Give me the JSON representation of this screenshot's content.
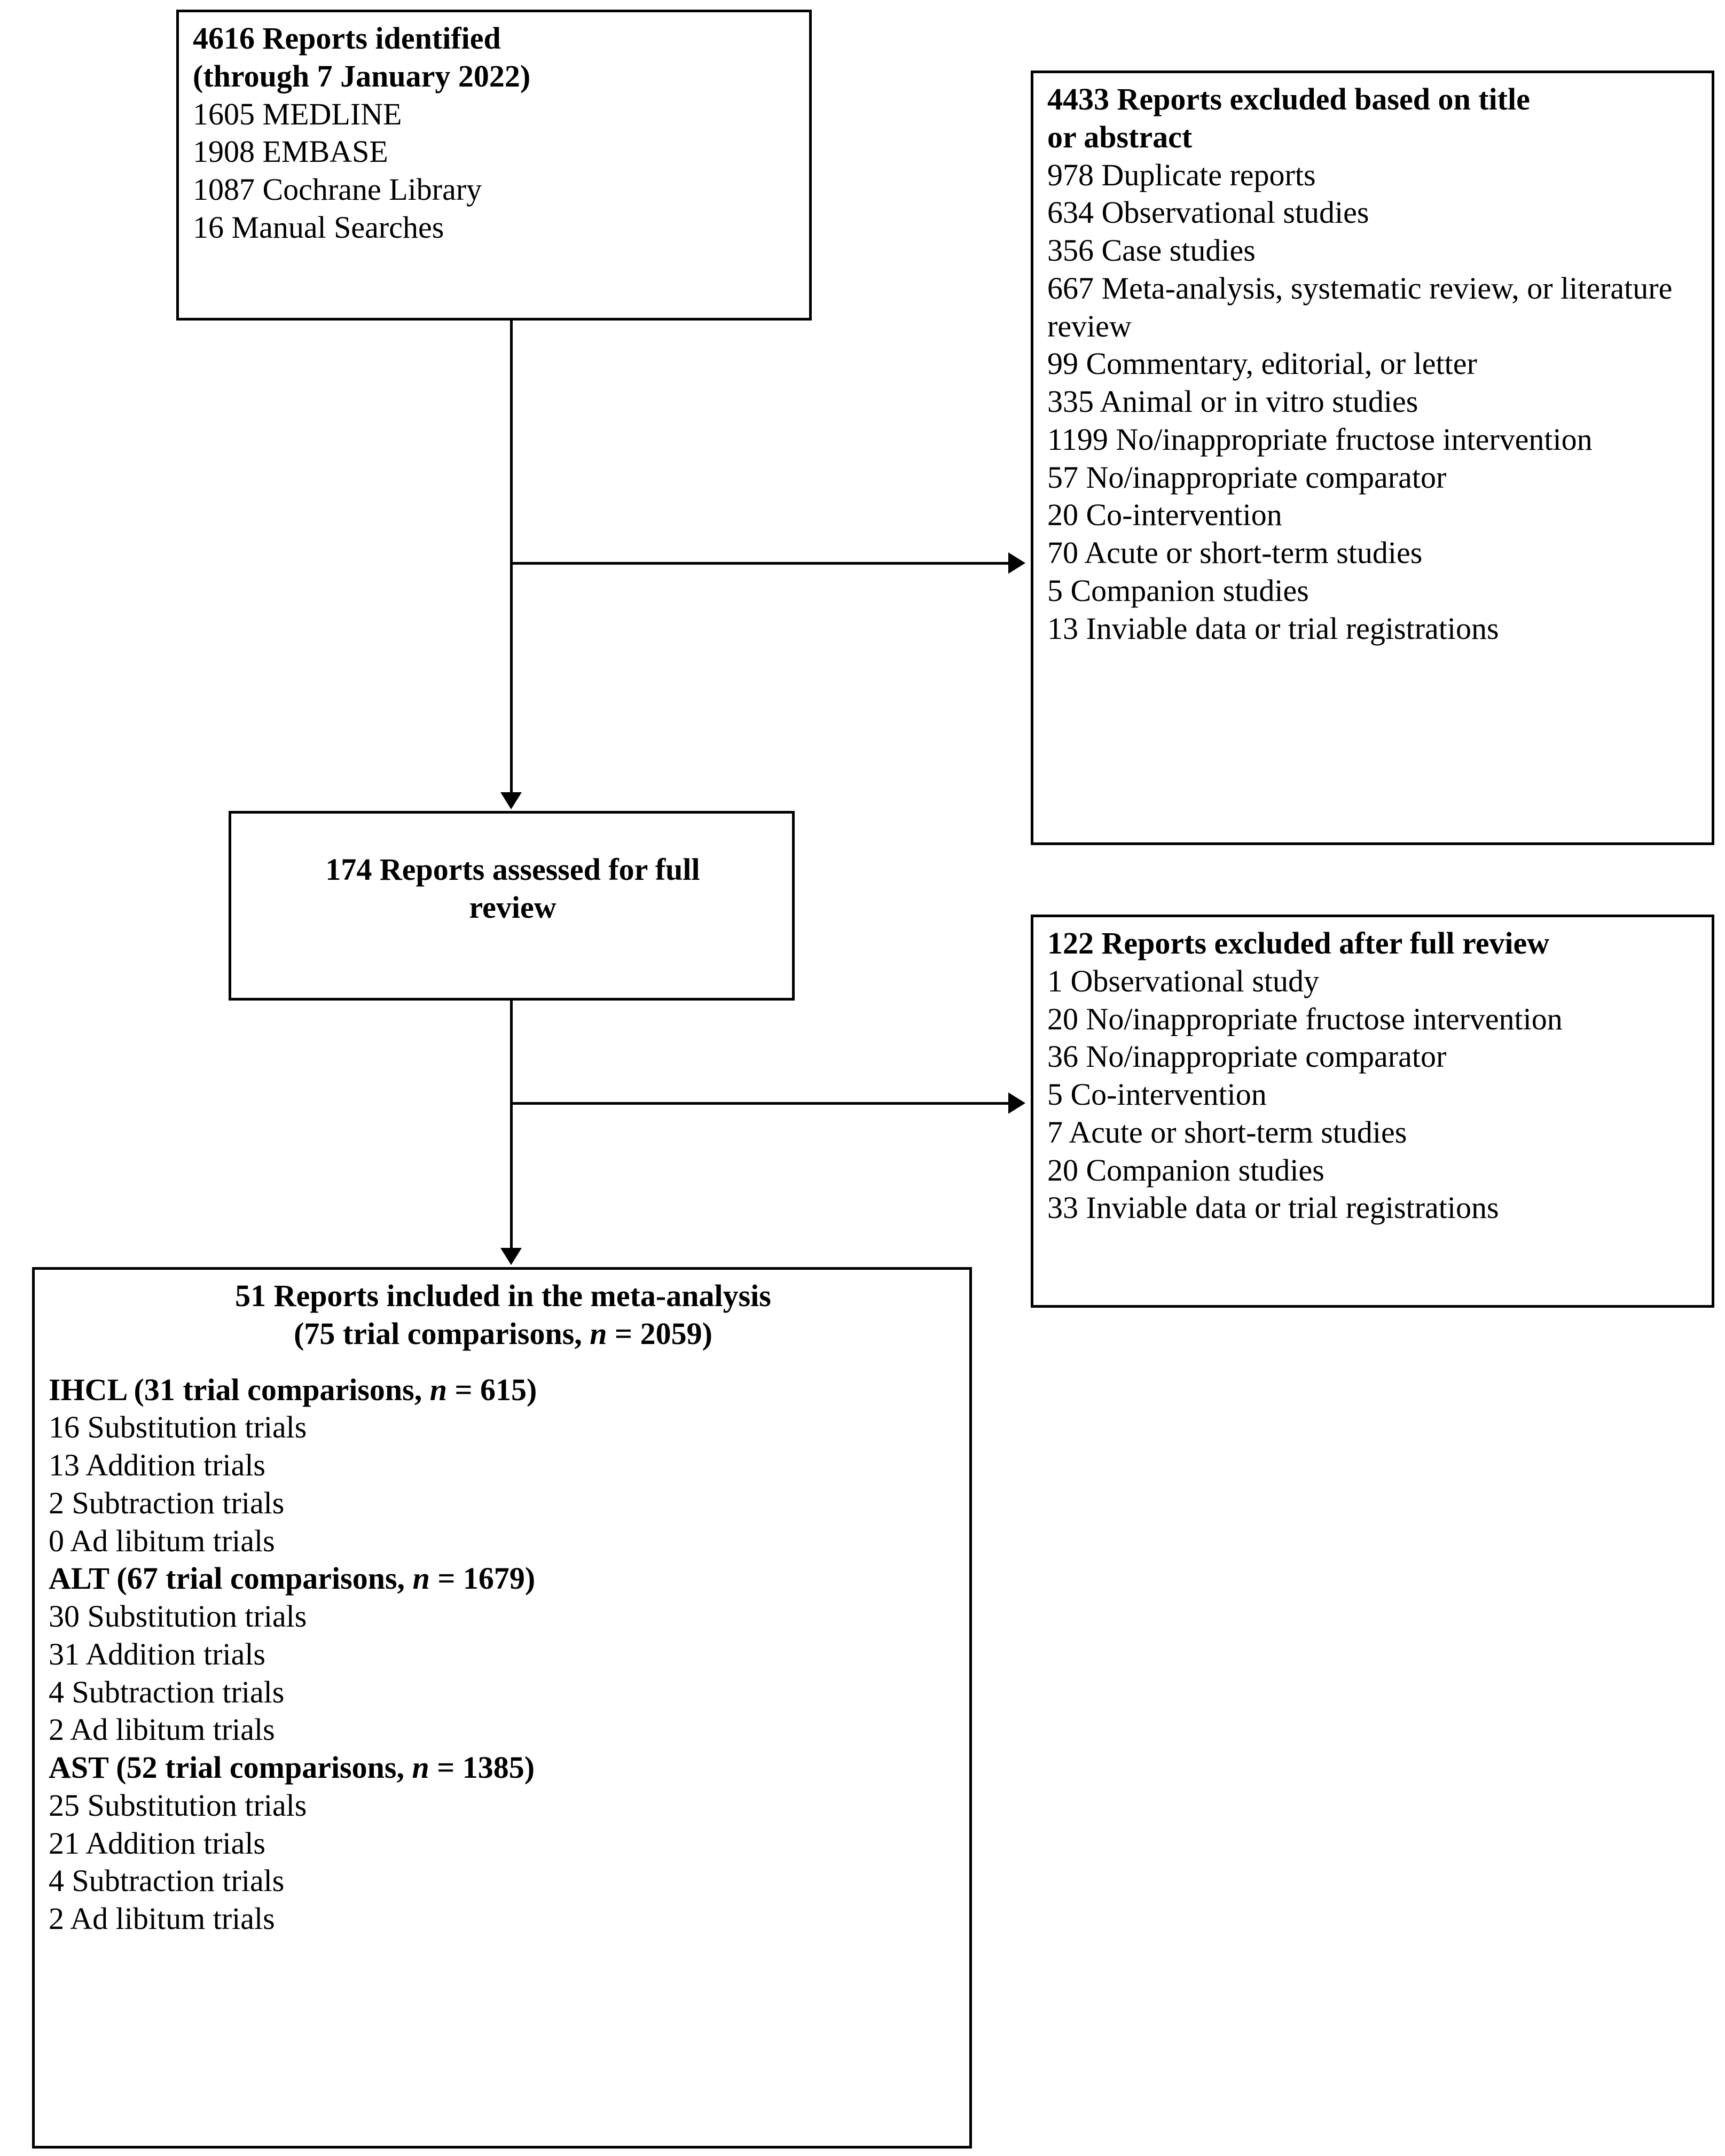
{
  "diagram": {
    "type": "prisma-flow-diagram",
    "boxes": {
      "identified": {
        "title_line1": "4616 Reports identified",
        "title_line2": "(through 7 January 2022)",
        "items": [
          "1605 MEDLINE",
          "1908 EMBASE",
          "1087 Cochrane Library",
          "16 Manual Searches"
        ]
      },
      "excluded_title_abstract": {
        "title_line1": "4433 Reports excluded based on title",
        "title_line2": "or abstract",
        "items": [
          "978 Duplicate reports",
          "634 Observational studies",
          "356 Case studies",
          "667 Meta-analysis, systematic review, or literature review",
          "99 Commentary, editorial, or letter",
          "335 Animal or in vitro studies",
          "1199 No/inappropriate fructose intervention",
          "57 No/inappropriate comparator",
          "20 Co-intervention",
          "70 Acute or short-term studies",
          "5 Companion studies",
          "13 Inviable data or trial registrations"
        ]
      },
      "assessed": {
        "title_line1": "174 Reports assessed for full",
        "title_line2": "review"
      },
      "excluded_full_review": {
        "title": "122 Reports excluded after full review",
        "items": [
          "1 Observational study",
          "20 No/inappropriate fructose intervention",
          "36 No/inappropriate comparator",
          "5 Co-intervention",
          "7 Acute or short-term studies",
          "20 Companion studies",
          "33 Inviable data or trial registrations"
        ]
      },
      "included": {
        "title_line1": "51 Reports included in the meta-analysis",
        "title_line2_pre": "(75 trial comparisons, ",
        "title_line2_italic": "n",
        "title_line2_post": " = 2059)",
        "groups": [
          {
            "head_pre": "IHCL (31 trial comparisons, ",
            "head_italic": "n",
            "head_post": " = 615)",
            "items": [
              "16 Substitution trials",
              "13 Addition trials",
              "2 Subtraction trials",
              "0 Ad libitum trials"
            ]
          },
          {
            "head_pre": "ALT (67 trial comparisons, ",
            "head_italic": "n",
            "head_post": " = 1679)",
            "items": [
              "30 Substitution trials",
              "31 Addition trials",
              "4 Subtraction trials",
              "2 Ad libitum trials"
            ]
          },
          {
            "head_pre": "AST (52 trial comparisons, ",
            "head_italic": "n",
            "head_post": " = 1385)",
            "items": [
              "25 Substitution trials",
              "21 Addition trials",
              "4 Subtraction trials",
              "2 Ad libitum trials"
            ]
          }
        ]
      }
    }
  }
}
